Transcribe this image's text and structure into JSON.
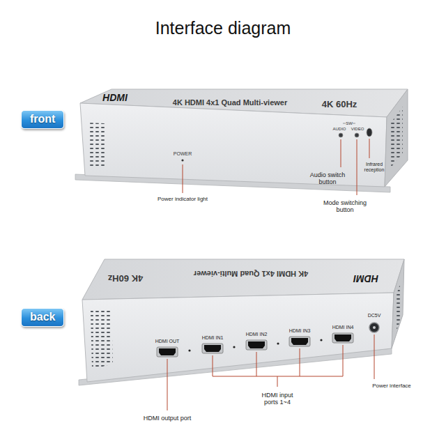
{
  "diagram": {
    "title": "Interface diagram",
    "nodes": [
      {
        "text": [
          "front"
        ]
      },
      {
        "text": [
          "back"
        ]
      }
    ],
    "labels": [
      "HDMI",
      "4K HDMI 4x1 Quad Multi-viewer",
      "4K 60Hz",
      "POWER",
      "SW",
      "AUDIO",
      "VIDEO",
      "Power indicator light",
      "Audio switch button",
      "Mode switching button",
      "Infrared reception",
      "HDMI",
      "4K HDMI 4x1 Quad Multi-viewer",
      "4K 60Hz",
      "HDMI OUT",
      "HDMI IN1",
      "HDMI IN2",
      "HDMI IN3",
      "HDMI IN4",
      "DC5V",
      "Power interface",
      "HDMI input ports 1~4",
      "HDMI output port"
    ]
  }
}
